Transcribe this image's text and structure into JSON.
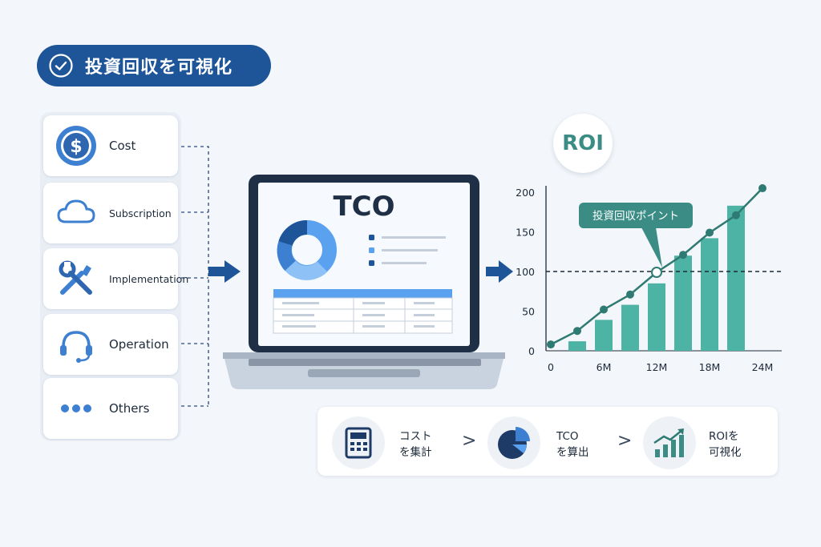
{
  "header": {
    "title": "投資回収を可視化"
  },
  "categories": [
    {
      "label": "Cost",
      "icon": "dollar-icon"
    },
    {
      "label": "Subscription",
      "icon": "cloud-icon"
    },
    {
      "label": "Implementation",
      "icon": "tools-icon"
    },
    {
      "label": "Operation",
      "icon": "headset-icon"
    },
    {
      "label": "Others",
      "icon": "more-dots-icon"
    }
  ],
  "laptop": {
    "screen_title": "TCO"
  },
  "roi": {
    "badge": "ROI",
    "callout": "投資回収ポイント"
  },
  "colors": {
    "brand_blue": "#1e5598",
    "teal": "#4db3a4",
    "line": "#2f7a72"
  },
  "chart_data": {
    "type": "bar",
    "x": [
      "0",
      "3M",
      "6M",
      "9M",
      "12M",
      "15M",
      "18M",
      "21M",
      "24M"
    ],
    "x_tick_labels": [
      "0",
      "6M",
      "12M",
      "18M",
      "24M"
    ],
    "y_ticks": [
      0,
      50,
      100,
      150,
      200
    ],
    "ylim": [
      0,
      200
    ],
    "series": [
      {
        "type": "bar",
        "values": [
          null,
          12,
          39,
          58,
          85,
          120,
          142,
          183,
          null
        ]
      },
      {
        "type": "line",
        "values": [
          8,
          25,
          52,
          71,
          99,
          121,
          149,
          171,
          205
        ]
      }
    ],
    "reference_line": 100,
    "grid": false,
    "annotation": "投資回収ポイント"
  },
  "steps": [
    {
      "line1": "コスト",
      "line2": "を集計",
      "icon": "calculator-icon"
    },
    {
      "line1": "TCO",
      "line2": "を算出",
      "icon": "pie-chart-icon"
    },
    {
      "line1": "ROIを",
      "line2": "可視化",
      "icon": "growth-chart-icon"
    }
  ],
  "step_separator": ">"
}
